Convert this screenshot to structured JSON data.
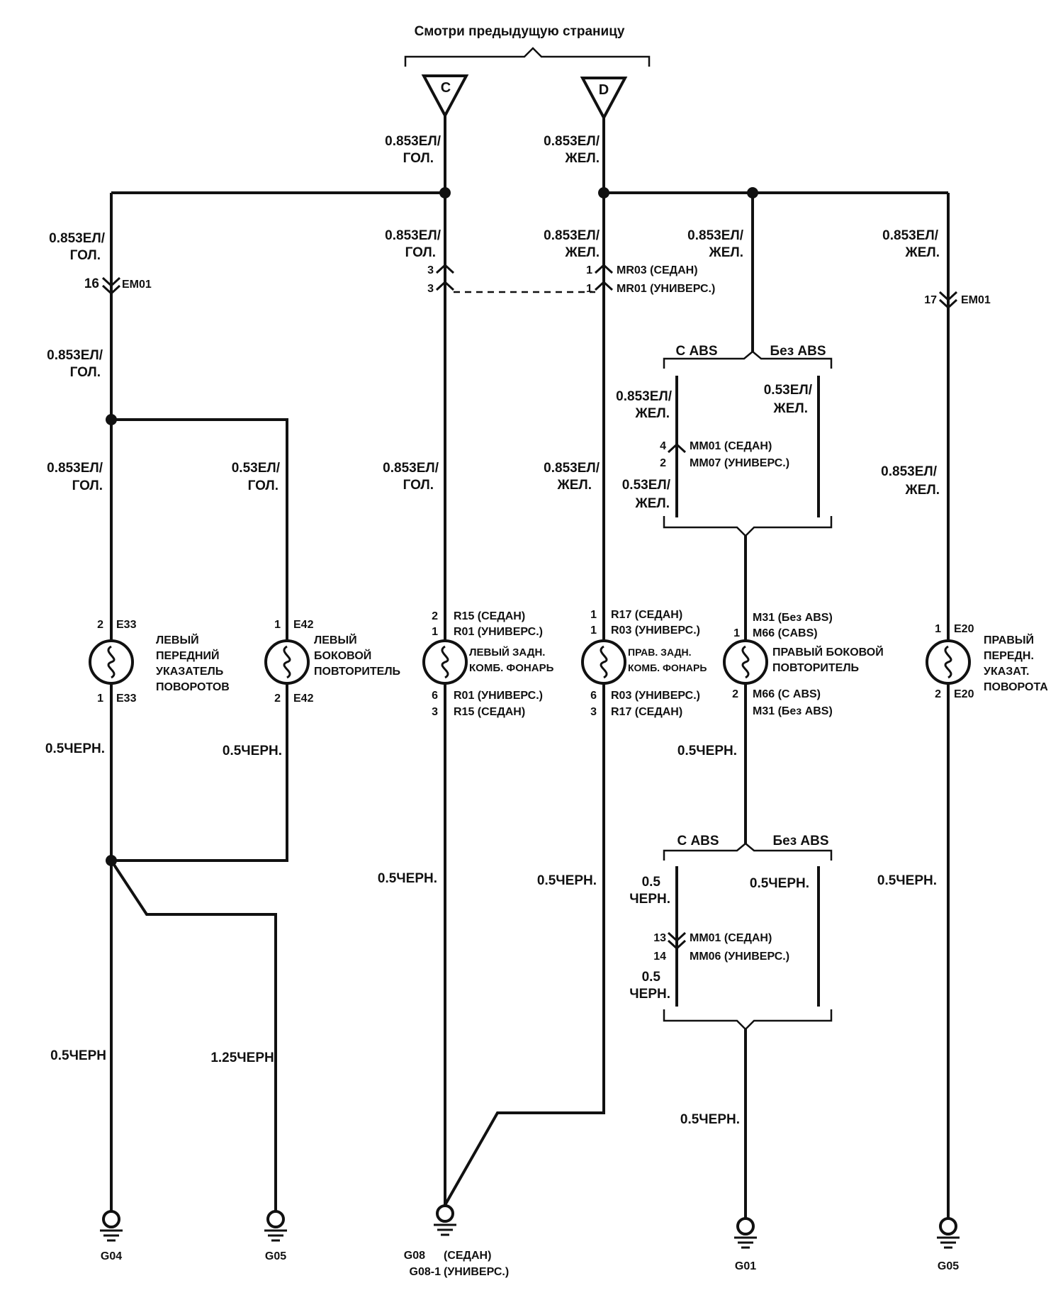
{
  "header": {
    "see_previous": "Смотри предыдущую страницу"
  },
  "connectors": {
    "c": "C",
    "d": "D"
  },
  "wires": {
    "c_top": [
      "0.853ЕЛ/",
      "ГОЛ."
    ],
    "d_top": [
      "0.853ЕЛ/",
      "ЖЕЛ."
    ],
    "left_1": [
      "0.853ЕЛ/",
      "ГОЛ."
    ],
    "left_2": [
      "0.853ЕЛ/",
      "ГОЛ."
    ],
    "left_3": [
      "0.853ЕЛ/",
      "ГОЛ."
    ],
    "left_side": [
      "0.53ЕЛ/",
      "ГОЛ."
    ],
    "c_mid": [
      "0.853ЕЛ/",
      "ГОЛ."
    ],
    "c_low": [
      "0.853ЕЛ/",
      "ГОЛ."
    ],
    "d_mid": [
      "0.853ЕЛ/",
      "ЖЕЛ."
    ],
    "d_low": [
      "0.853ЕЛ/",
      "ЖЕЛ."
    ],
    "abs_top": [
      "0.853ЕЛ/",
      "ЖЕЛ."
    ],
    "abs_with": [
      "0.853ЕЛ/",
      "ЖЕЛ."
    ],
    "abs_with_low": [
      "0.53ЕЛ/",
      "ЖЕЛ."
    ],
    "abs_without": [
      "0.53ЕЛ/",
      "ЖЕЛ."
    ],
    "right_1": [
      "0.853ЕЛ/",
      "ЖЕЛ."
    ],
    "right_2": [
      "0.853ЕЛ/",
      "ЖЕЛ."
    ],
    "gnd_left": "0.5ЧЕРН.",
    "gnd_side": "0.5ЧЕРН.",
    "gnd_left_low": "0.5ЧЕРН",
    "gnd_side_low": "1.25ЧЕРН.",
    "gnd_c": "0.5ЧЕРН.",
    "gnd_d": "0.5ЧЕРН.",
    "gnd_abs": "0.5ЧЕРН.",
    "gnd_abs_with_1": [
      "0.5",
      "ЧЕРН."
    ],
    "gnd_abs_with_2": [
      "0.5",
      "ЧЕРН."
    ],
    "gnd_abs_without": "0.5ЧЕРН.",
    "gnd_abs_low": "0.5ЧЕРН.",
    "gnd_right": "0.5ЧЕРН."
  },
  "branches": {
    "with_abs": "С ABS",
    "without_abs": "Без ABS"
  },
  "pins": {
    "em01_left": {
      "pin": "16",
      "code": "EM01"
    },
    "em01_right": {
      "pin": "17",
      "code": "EM01"
    },
    "mr_c": [
      "3",
      "3"
    ],
    "mr_d_pin": [
      "1",
      "1"
    ],
    "mr_d_code": [
      "MR03 (СЕДАН)",
      "MR01 (УНИВЕРС.)"
    ],
    "mm_top_pin": [
      "4",
      "2"
    ],
    "mm_top_code": [
      "MM01 (СЕДАН)",
      "MM07 (УНИВЕРС.)"
    ],
    "mm_bot_pin": [
      "13",
      "14"
    ],
    "mm_bot_code": [
      "MM01 (СЕДАН)",
      "MM06 (УНИВЕРС.)"
    ]
  },
  "lamps": {
    "left_front": {
      "pin_top": "2",
      "code_top": "E33",
      "pin_bot": "1",
      "code_bot": "E33",
      "label": [
        "ЛЕВЫЙ",
        "ПЕРЕДНИЙ",
        "УКАЗАТЕЛЬ",
        "ПОВОРОТОВ"
      ]
    },
    "left_side": {
      "pin_top": "1",
      "code_top": "E42",
      "pin_bot": "2",
      "code_bot": "E42",
      "label": [
        "ЛЕВЫЙ",
        "БОКОВОЙ",
        "ПОВТОРИТЕЛЬ"
      ]
    },
    "left_rear": {
      "pins_top": [
        "2",
        "1"
      ],
      "codes_top": [
        "R15 (СЕДАН)",
        "R01 (УНИВЕРС.)"
      ],
      "pins_bot": [
        "6",
        "3"
      ],
      "codes_bot": [
        "R01 (УНИВЕРС.)",
        "R15 (СЕДАН)"
      ],
      "label": [
        "ЛЕВЫЙ ЗАДН.",
        "КОМБ. ФОНАРЬ"
      ]
    },
    "right_rear": {
      "pins_top": [
        "1",
        "1"
      ],
      "codes_top": [
        "R17 (СЕДАН)",
        "R03 (УНИВЕРС.)"
      ],
      "pins_bot": [
        "6",
        "3"
      ],
      "codes_bot": [
        "R03 (УНИВЕРС.)",
        "R17 (СЕДАН)"
      ],
      "label": [
        "ПРАВ. ЗАДН.",
        "КОМБ. ФОНАРЬ"
      ]
    },
    "right_side": {
      "pins_top": [
        "1"
      ],
      "codes_top": [
        "M31 (Без ABS)",
        "M66 (CABS)"
      ],
      "pins_bot": [
        "2"
      ],
      "codes_bot": [
        "M66 (С ABS)",
        "M31 (Без ABS)"
      ],
      "label": [
        "ПРАВЫЙ БОКОВОЙ",
        "ПОВТОРИТЕЛЬ"
      ]
    },
    "right_front": {
      "pin_top": "1",
      "code_top": "E20",
      "pin_bot": "2",
      "code_bot": "E20",
      "label": [
        "ПРАВЫЙ",
        "ПЕРЕДН.",
        "УКАЗАТ.",
        "ПОВОРОТА"
      ]
    }
  },
  "grounds": {
    "g04": "G04",
    "g05_left": "G05",
    "g08": [
      "G08",
      "(СЕДАН)"
    ],
    "g08_1": [
      "G08-1",
      "(УНИВЕРС.)"
    ],
    "g01": "G01",
    "g05_right": "G05"
  }
}
